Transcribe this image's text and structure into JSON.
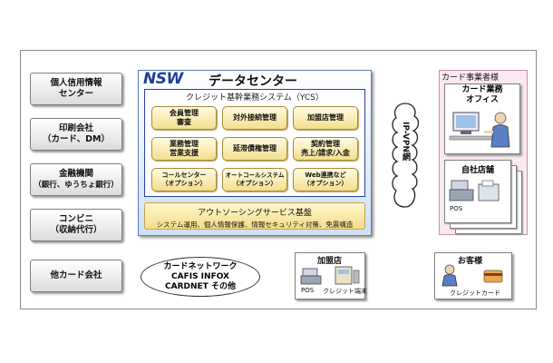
{
  "left_entities": [
    {
      "line1": "個人信用情報",
      "line2": "センター"
    },
    {
      "line1": "印刷会社",
      "line2": "（カード、DM）"
    },
    {
      "line1": "金融機関",
      "line2": "（銀行、ゆうちょ銀行）"
    },
    {
      "line1": "コンビニ",
      "line2": "（収納代行）"
    }
  ],
  "other_card": "他カード会社",
  "datacenter": {
    "logo": "NSW",
    "title": "データセンター",
    "ycs_title": "クレジット基幹業務システム（YCS）",
    "modules": [
      {
        "line1": "会員管理",
        "line2": "審査"
      },
      {
        "line1": "対外接続管理",
        "line2": ""
      },
      {
        "line1": "加盟店管理",
        "line2": ""
      },
      {
        "line1": "業務管理",
        "line2": "営業支援"
      },
      {
        "line1": "延滞債権管理",
        "line2": ""
      },
      {
        "line1": "契約管理",
        "line2": "売上/請求/入金"
      },
      {
        "line1": "コールセンター",
        "line2": "（オプション）"
      },
      {
        "line1": "オートコールシステム",
        "line2": "（オプション）"
      },
      {
        "line1": "Web連携など",
        "line2": "（オプション）"
      }
    ],
    "outsourcing_title": "アウトソーシングサービス基盤",
    "outsourcing_sub": "システム運用、個人情報保護、情報セキュリティ対策、免震構造"
  },
  "network": {
    "line1": "カードネットワーク",
    "line2": "CAFIS INFOX",
    "line3": "CARDNET その他"
  },
  "vpn": "IP-VPN網",
  "card_business": {
    "title": "カード事業者様",
    "office_line1": "カード業務",
    "office_line2": "オフィス",
    "store_title": "自社店舗",
    "pos": "POS"
  },
  "merchant": {
    "title": "加盟店",
    "pos": "POS",
    "terminal": "クレジット端末"
  },
  "customer": {
    "title": "お客様",
    "card": "クレジットカード"
  },
  "colors": {
    "arrow_gray": "#8e8e8e",
    "arrow_green": "#7fd46a",
    "logo_blue": "#1d3f98"
  }
}
